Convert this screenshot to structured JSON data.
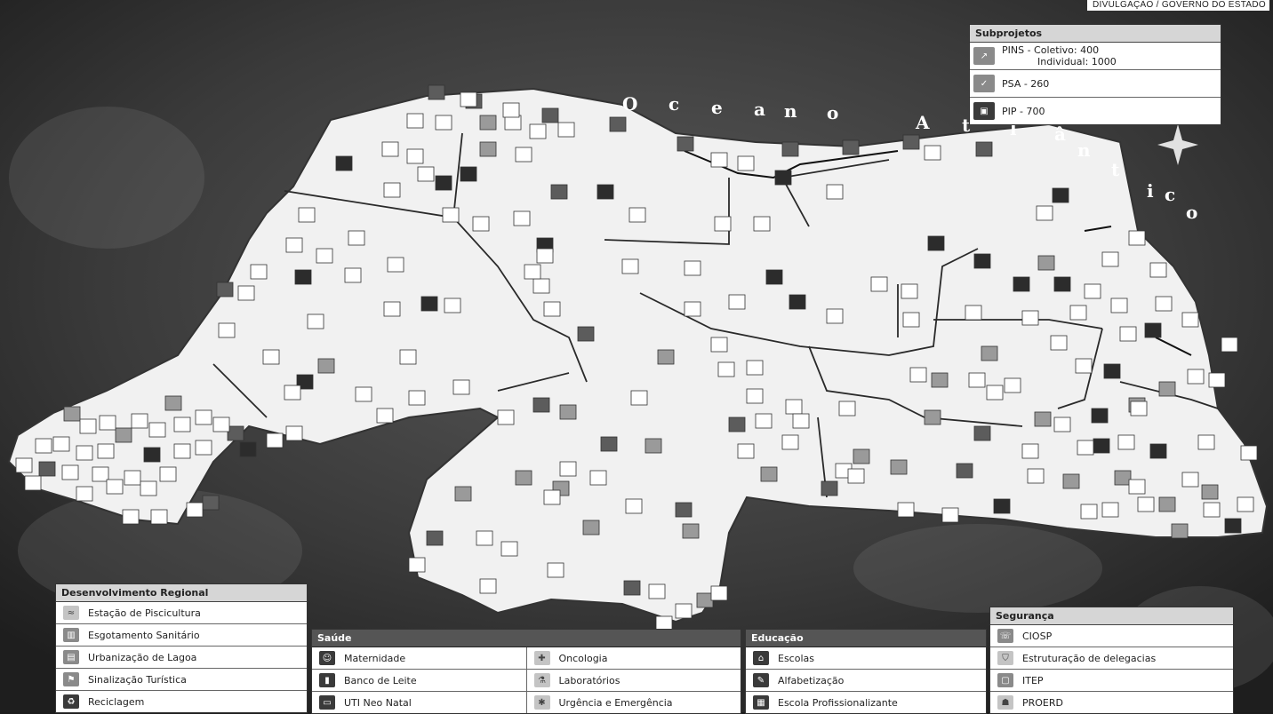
{
  "credit": "DIVULGAÇÃO / GOVERNO DO ESTADO",
  "ocean": {
    "word1": [
      "O",
      "c",
      "e",
      "a",
      "n",
      "o"
    ],
    "word2": [
      "A",
      "t",
      "l",
      "â",
      "n",
      "t",
      "i",
      "c",
      "o"
    ]
  },
  "subprojects": {
    "title": "Subprojetos",
    "items": [
      {
        "icon": "chart-up-icon",
        "line1": "PINS - Coletivo: 400",
        "line2": "Individual: 1000"
      },
      {
        "icon": "tractor-icon",
        "line1": "PSA - 260",
        "line2": ""
      },
      {
        "icon": "document-icon",
        "line1": "PIP - 700",
        "line2": ""
      }
    ]
  },
  "regional": {
    "title": "Desenvolvimento Regional",
    "items": [
      {
        "icon": "fish-farm-icon",
        "label": "Estação de Piscicultura"
      },
      {
        "icon": "sewer-icon",
        "label": "Esgotamento Sanitário"
      },
      {
        "icon": "lagoon-icon",
        "label": "Urbanização de Lagoa"
      },
      {
        "icon": "flag-icon",
        "label": "Sinalização Turística"
      },
      {
        "icon": "recycle-icon",
        "label": "Reciclagem"
      }
    ]
  },
  "health": {
    "title": "Saúde",
    "left": [
      {
        "icon": "maternity-icon",
        "label": "Maternidade"
      },
      {
        "icon": "milk-bank-icon",
        "label": "Banco de Leite"
      },
      {
        "icon": "neonatal-icu-icon",
        "label": "UTI Neo Natal"
      }
    ],
    "right": [
      {
        "icon": "oncology-icon",
        "label": "Oncologia"
      },
      {
        "icon": "lab-icon",
        "label": "Laboratórios"
      },
      {
        "icon": "emergency-icon",
        "label": "Urgência e Emergência"
      }
    ]
  },
  "education": {
    "title": "Educação",
    "items": [
      {
        "icon": "school-icon",
        "label": "Escolas"
      },
      {
        "icon": "literacy-icon",
        "label": "Alfabetização"
      },
      {
        "icon": "vocational-school-icon",
        "label": "Escola Profissionalizante"
      }
    ]
  },
  "security": {
    "title": "Segurança",
    "items": [
      {
        "icon": "ciosp-icon",
        "label": "CIOSP"
      },
      {
        "icon": "police-station-icon",
        "label": "Estruturação de delegacias"
      },
      {
        "icon": "itep-icon",
        "label": "ITEP"
      },
      {
        "icon": "proerd-icon",
        "label": "PROERD"
      }
    ]
  }
}
